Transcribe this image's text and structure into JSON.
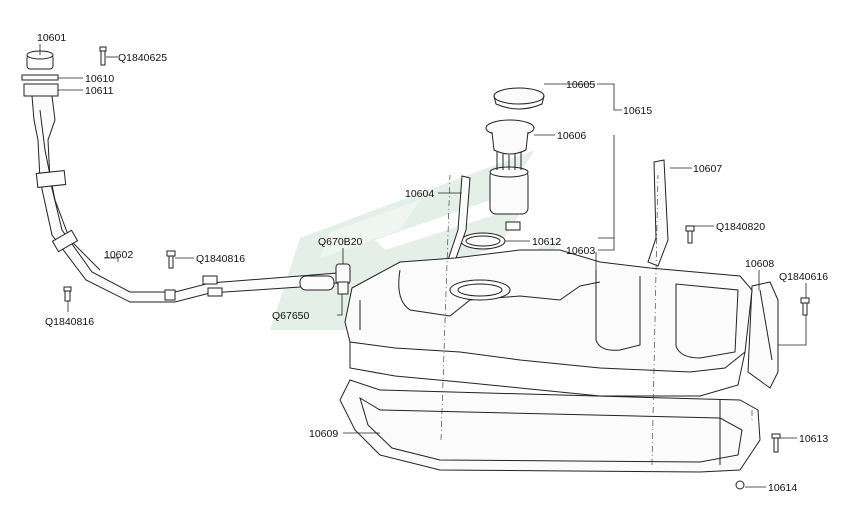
{
  "labels": {
    "p10601": "10601",
    "q1840625": "Q1840625",
    "p10610": "10610",
    "p10611": "10611",
    "p10605": "10605",
    "p10615": "10615",
    "p10606": "10606",
    "p10607": "10607",
    "p10604": "10604",
    "q1840820": "Q1840820",
    "p10612": "10612",
    "q670b20": "Q670B20",
    "p10603": "10603",
    "p10608": "10608",
    "p10602": "10602",
    "q1840816a": "Q1840816",
    "q1840616": "Q1840616",
    "q67650": "Q67650",
    "q1840816b": "Q1840816",
    "p10609": "10609",
    "p10613": "10613",
    "p10614": "10614"
  },
  "colors": {
    "line": "#222222",
    "watermark": "#cfe3d6",
    "background": "#ffffff"
  },
  "watermark_icon": "brand-watermark-logo"
}
